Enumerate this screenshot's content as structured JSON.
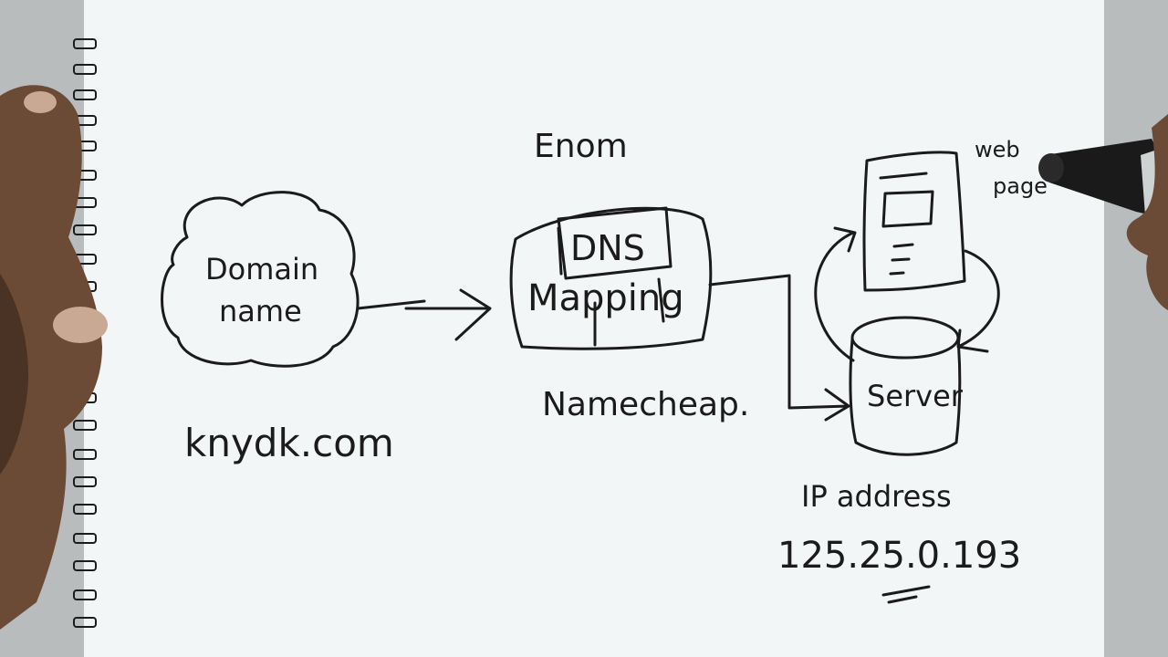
{
  "diagram": {
    "top_label": "Enom",
    "domain_cloud_label_line1": "Domain",
    "domain_cloud_label_line2": "name",
    "domain_example": "knydk.com",
    "dns_box_label": "DNS",
    "mapping_label": "Mapping",
    "registrar_label": "Namecheap.",
    "web_page_line1": "web",
    "web_page_line2": "page",
    "server_label": "Server",
    "ip_label": "IP address",
    "ip_value": "125.25.0.193"
  },
  "colors": {
    "ink": "#1b1b1b",
    "paper": "#f3f6f6",
    "background": "#b8bcbd"
  }
}
